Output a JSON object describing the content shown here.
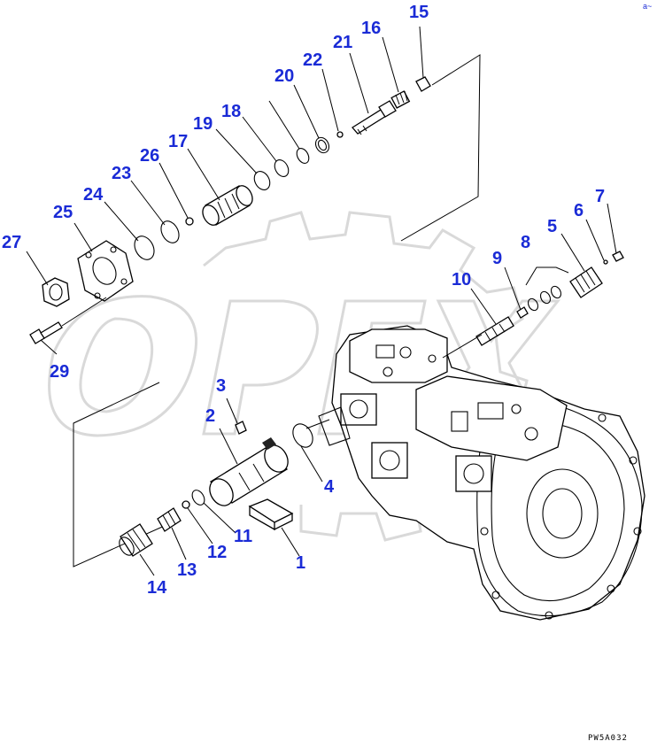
{
  "diagram": {
    "drawing_code": "PW5A032",
    "corner_mark": "a~",
    "watermark_text": "OPEX",
    "callouts": [
      {
        "id": "p1",
        "label": "1"
      },
      {
        "id": "p2",
        "label": "2"
      },
      {
        "id": "p3",
        "label": "3"
      },
      {
        "id": "p4",
        "label": "4"
      },
      {
        "id": "p5",
        "label": "5"
      },
      {
        "id": "p6",
        "label": "6"
      },
      {
        "id": "p7",
        "label": "7"
      },
      {
        "id": "p8",
        "label": "8"
      },
      {
        "id": "p9",
        "label": "9"
      },
      {
        "id": "p10",
        "label": "10"
      },
      {
        "id": "p11",
        "label": "11"
      },
      {
        "id": "p12",
        "label": "12"
      },
      {
        "id": "p13",
        "label": "13"
      },
      {
        "id": "p14",
        "label": "14"
      },
      {
        "id": "p15",
        "label": "15"
      },
      {
        "id": "p16",
        "label": "16"
      },
      {
        "id": "p17",
        "label": "17"
      },
      {
        "id": "p18",
        "label": "18"
      },
      {
        "id": "p19",
        "label": "19"
      },
      {
        "id": "p20",
        "label": "20"
      },
      {
        "id": "p21",
        "label": "21"
      },
      {
        "id": "p22",
        "label": "22"
      },
      {
        "id": "p23",
        "label": "23"
      },
      {
        "id": "p24",
        "label": "24"
      },
      {
        "id": "p25",
        "label": "25"
      },
      {
        "id": "p26",
        "label": "26"
      },
      {
        "id": "p27",
        "label": "27"
      },
      {
        "id": "p29",
        "label": "29"
      }
    ]
  }
}
